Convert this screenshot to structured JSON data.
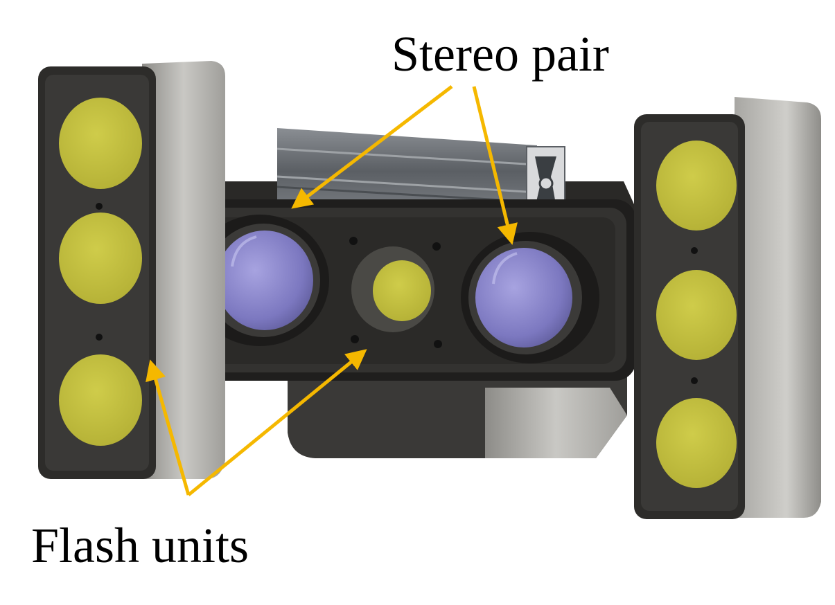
{
  "labels": {
    "stereo_pair": "Stereo pair",
    "flash_units": "Flash units"
  },
  "colors": {
    "arrow": "#f5b800",
    "flash_lens": "#c2bf3e",
    "camera_lens": "#8a86cc",
    "housing_dark": "#2e2d2b",
    "housing_metal": "#b7b6b2",
    "rail": "#6e7277"
  },
  "icons": {
    "stereo_camera": "stereo-camera-rig-illustration",
    "flash_unit": "flash-unit-illustration",
    "extrusion_rail": "aluminium-extrusion-illustration"
  }
}
